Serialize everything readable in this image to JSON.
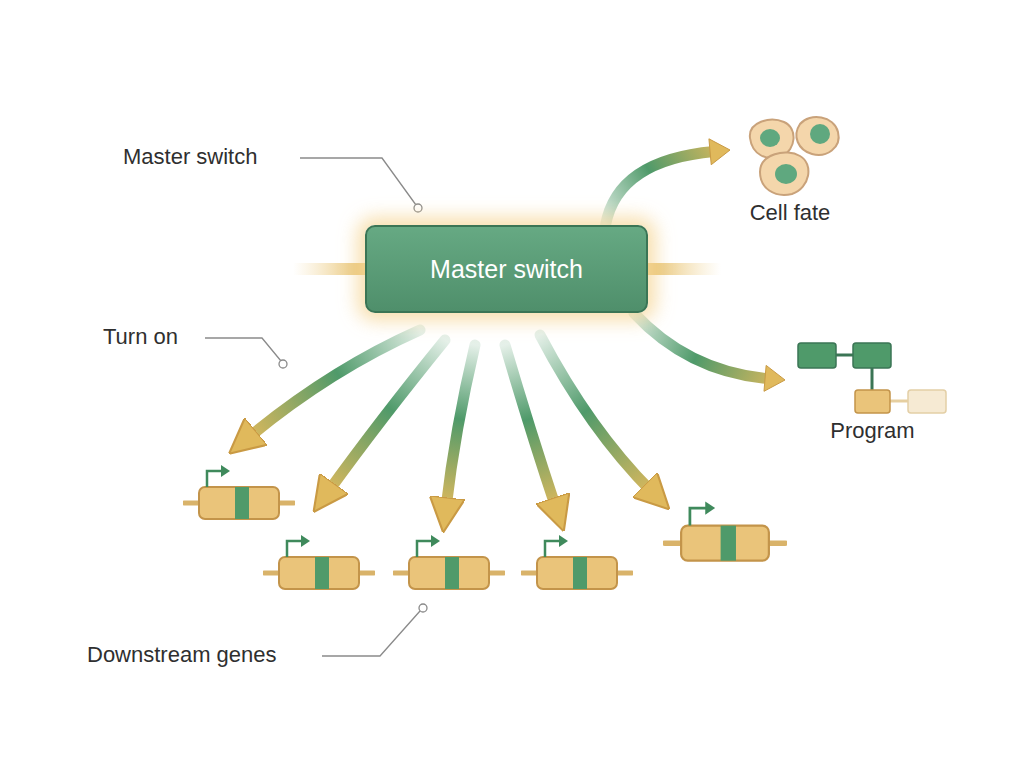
{
  "diagram": {
    "nodes": [
      {
        "text": [
          "Master switch"
        ]
      },
      {
        "text": [
          "Cell fate"
        ]
      },
      {
        "text": [
          "Program"
        ]
      }
    ],
    "edges": [
      {
        "from": 0,
        "to": 1,
        "arrow": "to"
      },
      {
        "from": 0,
        "to": 2,
        "arrow": "to"
      }
    ],
    "labels": [
      "Master switch",
      "Turn on",
      "Downstream genes"
    ]
  }
}
